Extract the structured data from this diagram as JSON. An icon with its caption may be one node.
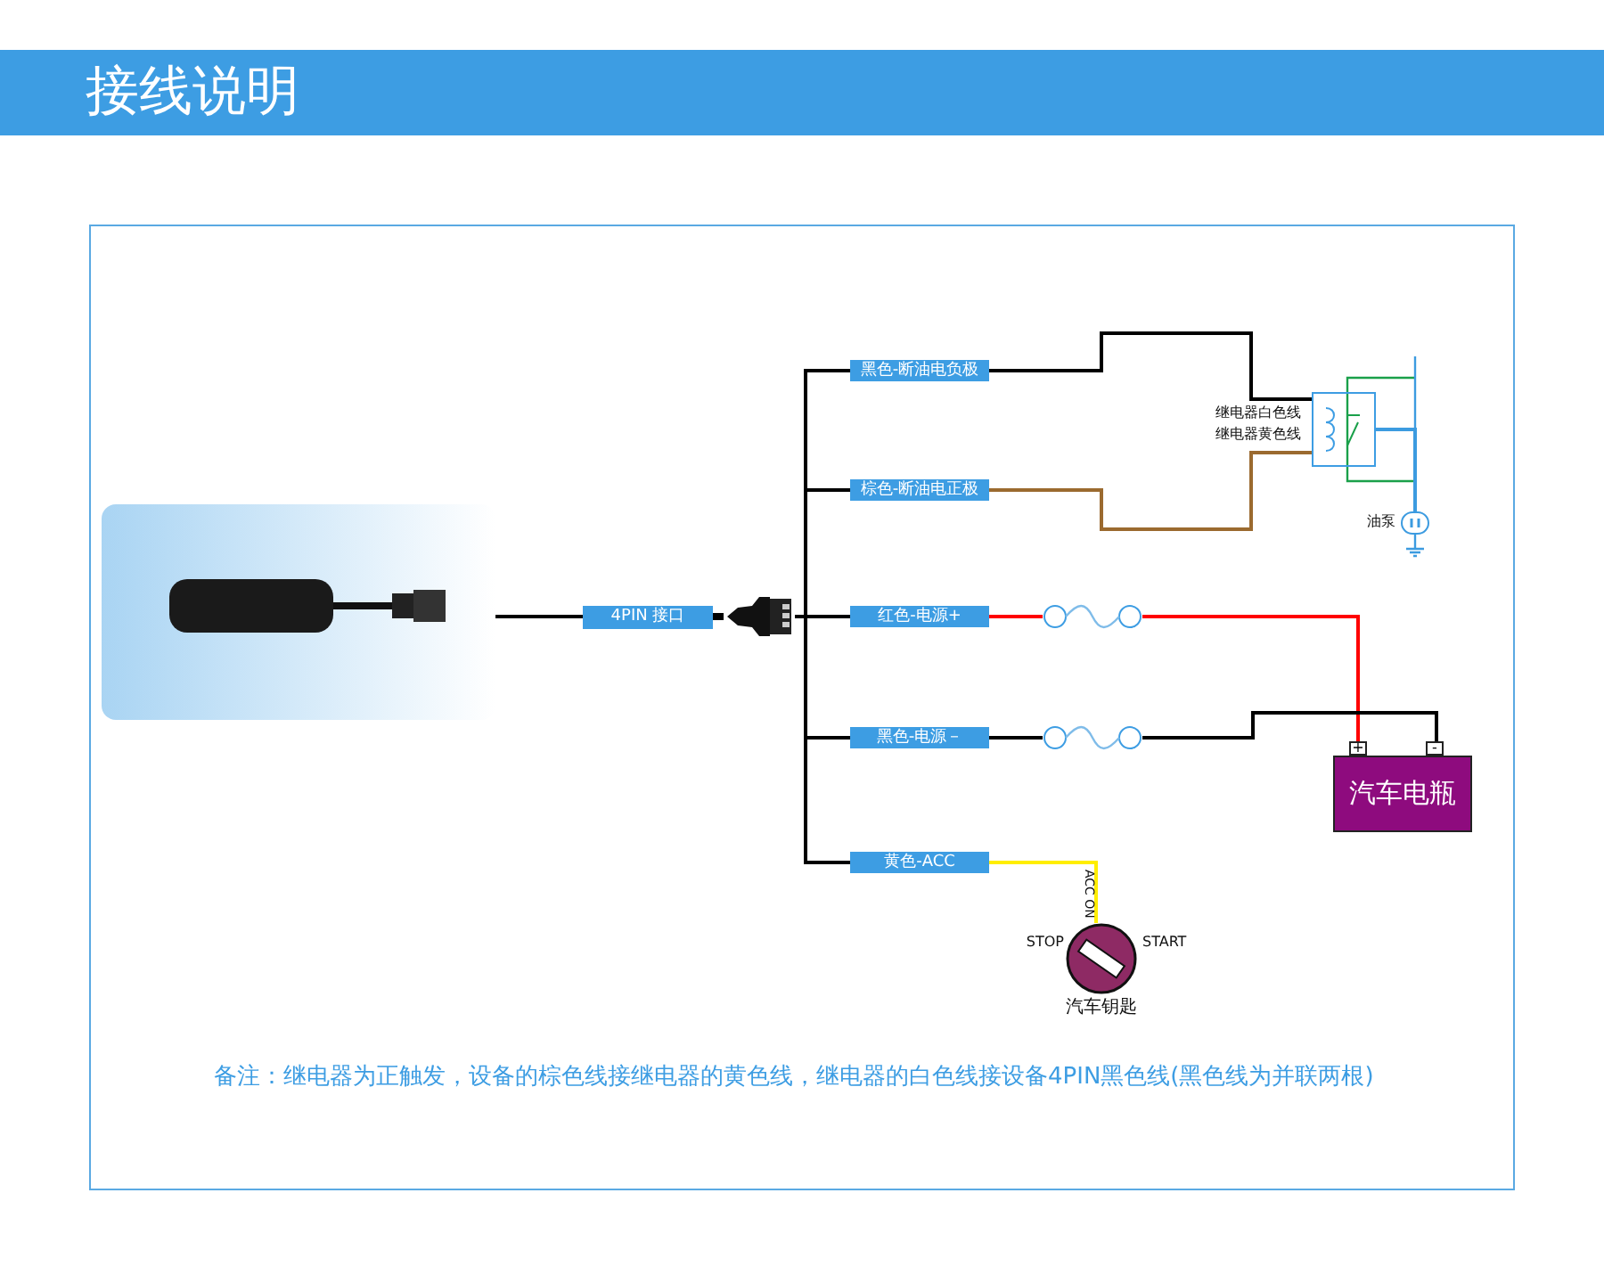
{
  "diagram": {
    "title": "接线说明",
    "nodes": [
      {
        "text": [],
        "shape": "picture"
      },
      {
        "text": [
          "4PIN 接口"
        ]
      },
      {
        "text": [],
        "shape": "picture"
      },
      {
        "text": [
          "黑色-断油电负极"
        ]
      },
      {
        "text": [
          "棕色-断油电正极"
        ]
      },
      {
        "text": [
          "红色-电源+"
        ]
      },
      {
        "text": [
          "黑色-电源－"
        ]
      },
      {
        "text": [
          "黄色-ACC"
        ]
      },
      {
        "text": [],
        "shape": "box",
        "beside": [
          "继电器白色线",
          "继电器黄色线"
        ]
      },
      {
        "text": [],
        "shape": "picture"
      },
      {
        "text": [],
        "shape": "picture"
      },
      {
        "text": [
          "汽车电瓶"
        ],
        "beside": [
          "+",
          "-"
        ]
      },
      {
        "text": [],
        "shape": "circle",
        "beside": [
          "ACC ON",
          "STOP",
          "START",
          "汽车钥匙"
        ]
      },
      {
        "text": [],
        "shape": "picture",
        "beside": [
          "油泵"
        ]
      }
    ],
    "edges": [
      {
        "from": 0,
        "to": 1,
        "arrow": "other"
      },
      {
        "from": 1,
        "to": 2,
        "arrow": "none",
        "style": "thick"
      },
      {
        "from": 2,
        "to": 3,
        "arrow": "none"
      },
      {
        "from": 2,
        "to": 4,
        "arrow": "none"
      },
      {
        "from": 2,
        "to": 5,
        "arrow": "none"
      },
      {
        "from": 2,
        "to": 6,
        "arrow": "none"
      },
      {
        "from": 2,
        "to": 7,
        "arrow": "none"
      },
      {
        "from": 3,
        "to": 8,
        "arrow": "none"
      },
      {
        "from": 4,
        "to": 8,
        "arrow": "none",
        "color": "#9b6a2f"
      },
      {
        "from": 5,
        "to": 9,
        "arrow": "none",
        "color": "#ff0000"
      },
      {
        "from": 9,
        "to": 11,
        "arrow": "none",
        "color": "#ff0000"
      },
      {
        "from": 6,
        "to": 10,
        "arrow": "none"
      },
      {
        "from": 10,
        "to": 11,
        "arrow": "none"
      },
      {
        "from": 7,
        "to": 12,
        "arrow": "none",
        "color": "#ffee00"
      },
      {
        "from": 8,
        "to": 13,
        "arrow": "none",
        "color": "#3c9be0"
      }
    ],
    "labels": [
      "备注：继电器为正触发，设备的棕色线接继电器的黄色线，继电器的白色线接设备4PIN黑色线(黑色线为并联两根)"
    ]
  }
}
